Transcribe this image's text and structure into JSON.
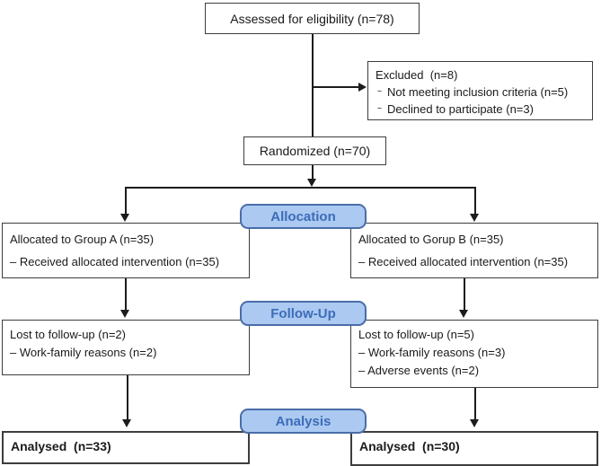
{
  "diagram": {
    "eligibility": {
      "text": "Assessed for eligibility (n=78)"
    },
    "excluded": {
      "title": "Excluded  (n=8)",
      "bullet": "--",
      "items": [
        "Not meeting inclusion criteria (n=5)",
        "Declined to participate (n=3)"
      ]
    },
    "randomized": {
      "text": "Randomized (n=70)"
    },
    "stages": {
      "allocation": "Allocation",
      "followup": "Follow-Up",
      "analysis": "Analysis"
    },
    "group_a": {
      "title": "Allocated to Group A (n=35)",
      "items": [
        "– Received allocated intervention (n=35)"
      ]
    },
    "group_b": {
      "title": "Allocated to Gorup B (n=35)",
      "items": [
        "– Received allocated intervention (n=35)"
      ]
    },
    "followup_a": {
      "title": "Lost to follow-up (n=2)",
      "items": [
        "– Work-family reasons (n=2)"
      ]
    },
    "followup_b": {
      "title": "Lost to follow-up (n=5)",
      "items": [
        "– Work-family reasons (n=3)",
        "– Adverse events (n=2)"
      ]
    },
    "analysis_a": {
      "text": "Analysed  (n=33)"
    },
    "analysis_b": {
      "text": "Analysed  (n=30)"
    }
  },
  "colors": {
    "stage_fill": "#abc9f1",
    "stage_border": "#4a6da8",
    "stage_text": "#3d6cb8",
    "box_border": "#3d3d3d",
    "line": "#1c1c1c"
  }
}
